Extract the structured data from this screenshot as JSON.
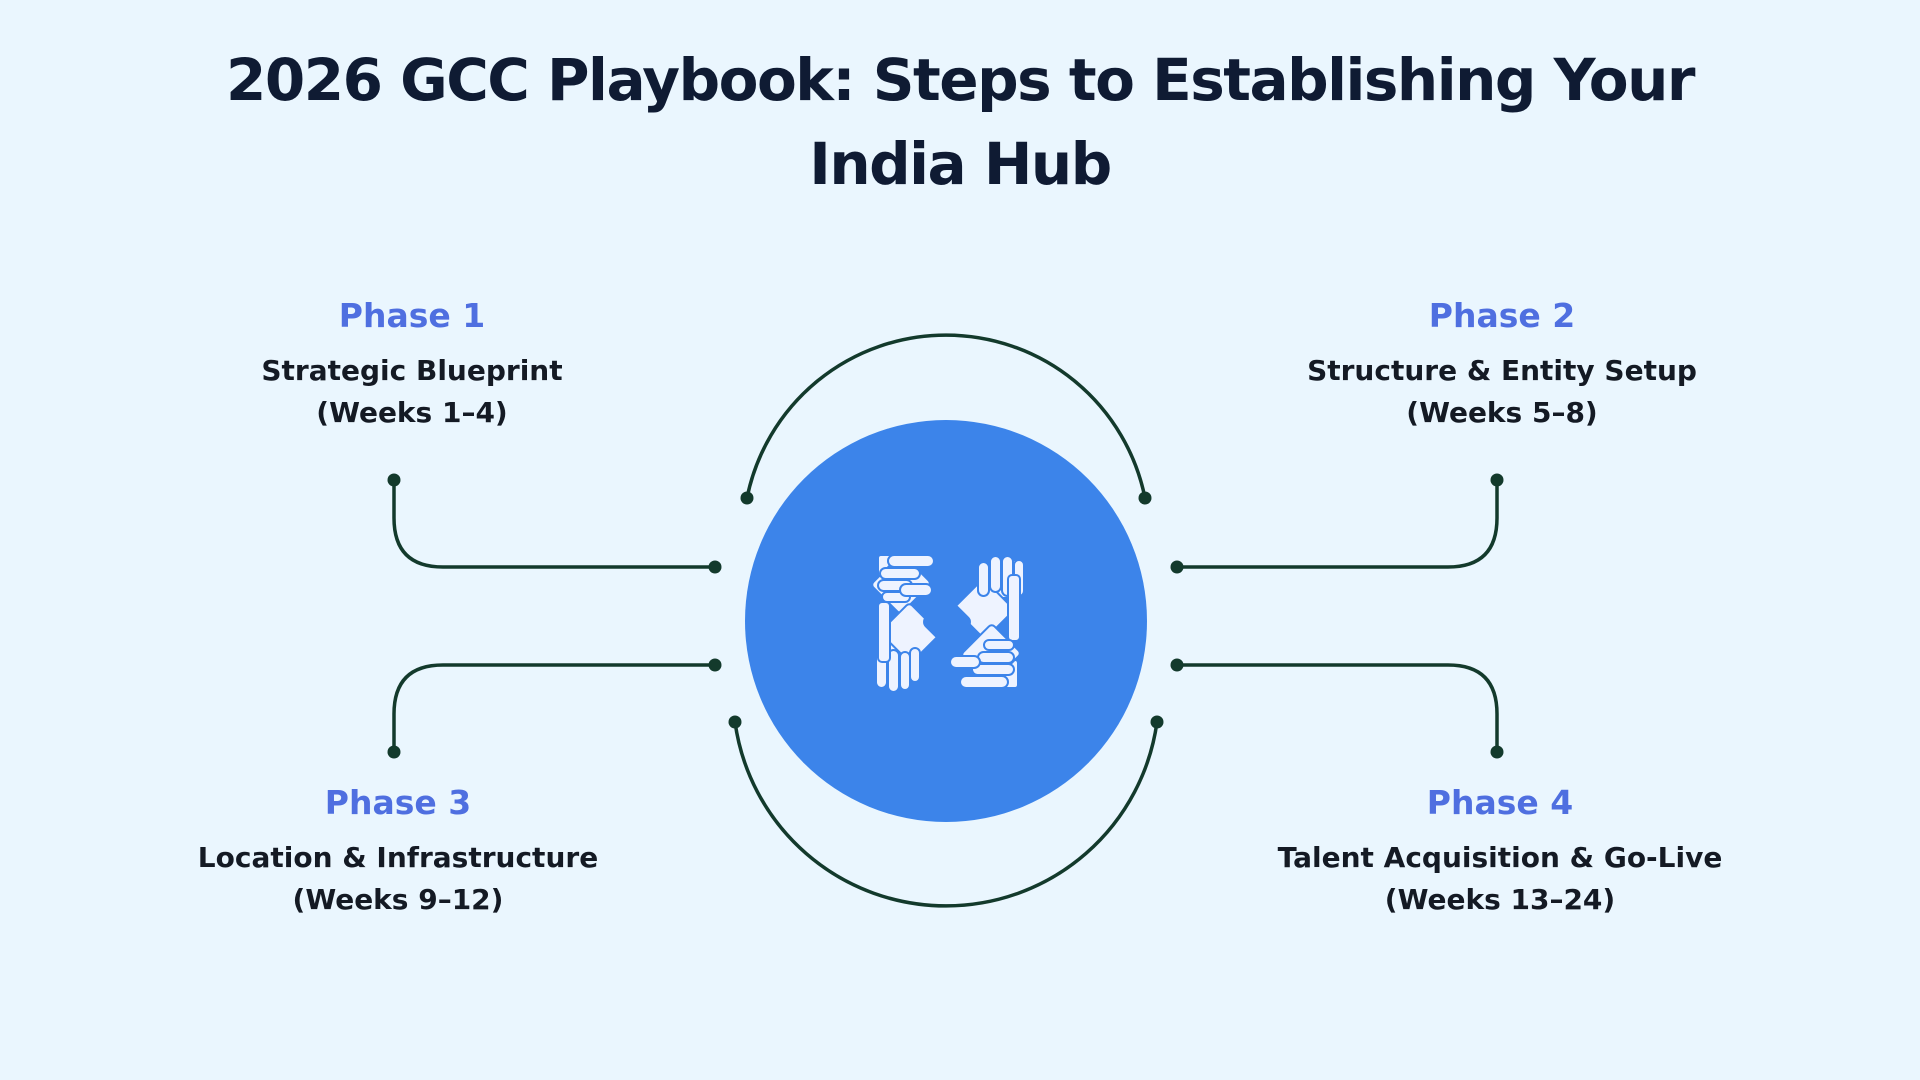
{
  "title": "2026 GCC Playbook: Steps to Establishing Your India Hub",
  "center": {
    "icon": "joined-hands-teamwork-icon",
    "circle_color": "#3c84ea"
  },
  "phases": [
    {
      "label": "Phase 1",
      "name": "Strategic Blueprint",
      "weeks": "(Weeks 1–4)"
    },
    {
      "label": "Phase 2",
      "name": "Structure & Entity Setup",
      "weeks": "(Weeks 5–8)"
    },
    {
      "label": "Phase 3",
      "name": "Location & Infrastructure",
      "weeks": "(Weeks 9–12)"
    },
    {
      "label": "Phase 4",
      "name": "Talent Acquisition & Go-Live",
      "weeks": "(Weeks 13–24)"
    }
  ],
  "colors": {
    "background": "#eaf6fe",
    "title": "#0f1b33",
    "phase_label": "#4f6fe0",
    "connector": "#133a2c"
  }
}
